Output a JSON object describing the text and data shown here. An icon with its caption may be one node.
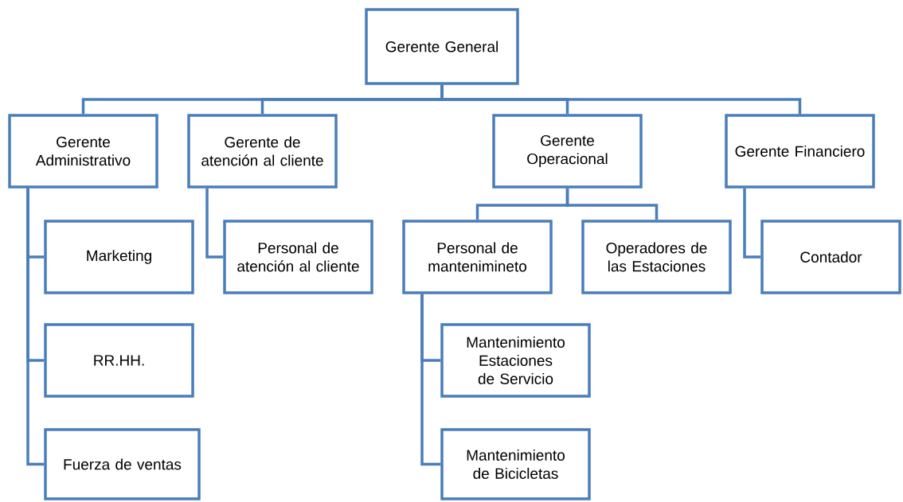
{
  "diagram": {
    "nodes": [
      {
        "text": [
          "Gerente General"
        ]
      },
      {
        "text": [
          "Gerente Administrativo"
        ]
      },
      {
        "text": [
          "Gerente de atención al cliente"
        ]
      },
      {
        "text": [
          "Gerente Operacional"
        ]
      },
      {
        "text": [
          "Gerente Financiero"
        ]
      },
      {
        "text": [
          "Marketing"
        ]
      },
      {
        "text": [
          "RR.HH."
        ]
      },
      {
        "text": [
          "Fuerza de ventas"
        ]
      },
      {
        "text": [
          "Personal de atención al cliente"
        ]
      },
      {
        "text": [
          "Personal de mantenimineto"
        ]
      },
      {
        "text": [
          "Operadores de las Estaciones"
        ]
      },
      {
        "text": [
          "Contador"
        ]
      },
      {
        "text": [
          "Mantenimiento Estaciones de Servicio"
        ]
      },
      {
        "text": [
          "Mantenimiento de Bicicletas"
        ]
      }
    ],
    "edges": [
      {
        "from": 0,
        "to": 1,
        "arrow": "none"
      },
      {
        "from": 0,
        "to": 2,
        "arrow": "none"
      },
      {
        "from": 0,
        "to": 3,
        "arrow": "none"
      },
      {
        "from": 0,
        "to": 4,
        "arrow": "none"
      },
      {
        "from": 1,
        "to": 5,
        "arrow": "none"
      },
      {
        "from": 1,
        "to": 6,
        "arrow": "none"
      },
      {
        "from": 1,
        "to": 7,
        "arrow": "none"
      },
      {
        "from": 2,
        "to": 8,
        "arrow": "none"
      },
      {
        "from": 3,
        "to": 9,
        "arrow": "none"
      },
      {
        "from": 3,
        "to": 10,
        "arrow": "none"
      },
      {
        "from": 4,
        "to": 11,
        "arrow": "none"
      },
      {
        "from": 9,
        "to": 12,
        "arrow": "none"
      },
      {
        "from": 9,
        "to": 13,
        "arrow": "none"
      }
    ]
  }
}
